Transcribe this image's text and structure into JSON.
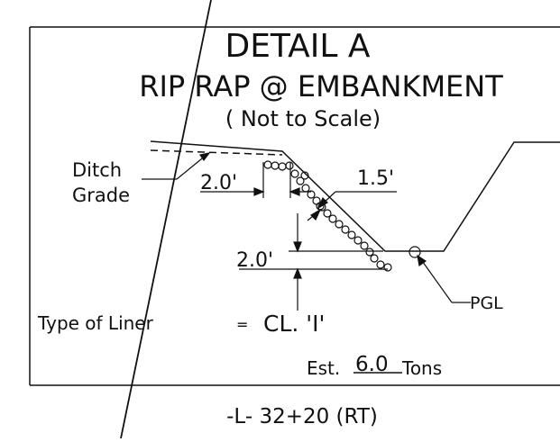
{
  "detail": {
    "title": "DETAIL A",
    "subtitle": "RIP RAP @ EMBANKMENT",
    "scale_note": "( Not to Scale)"
  },
  "labels": {
    "ditch": "Ditch",
    "grade": "Grade",
    "dim_left": "2.0'",
    "dim_slope": "1.5'",
    "dim_depth": "2.0'",
    "pgl": "PGL"
  },
  "liner": {
    "label": "Type of Liner",
    "equals": "=",
    "value": "CL. 'I'"
  },
  "estimate": {
    "prefix": "Est.",
    "value": "6.0",
    "unit": "Tons"
  },
  "station": "-L- 32+20 (RT)",
  "colors": {
    "ink": "#111111",
    "paper": "#ffffff"
  }
}
